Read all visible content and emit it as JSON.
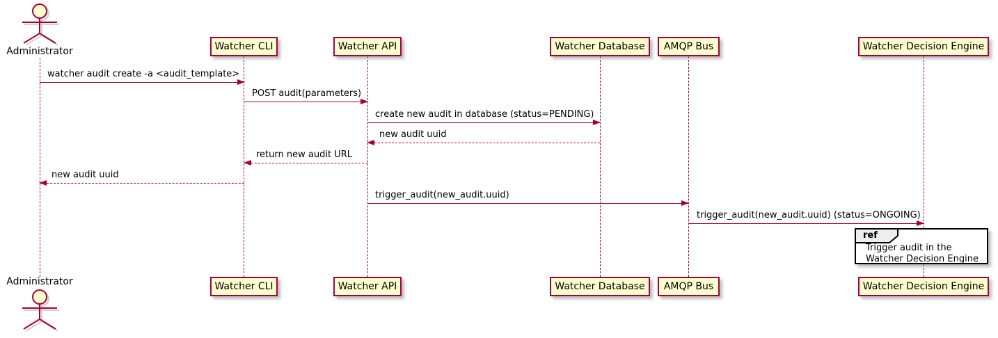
{
  "colors": {
    "accent": "#A80036",
    "participant_fill": "#FEFECE",
    "ref_header_fill": "#EEEEEE",
    "text": "#000000",
    "background": "#FFFFFF"
  },
  "actor": {
    "name": "Administrator"
  },
  "participants": [
    {
      "label": "Watcher CLI"
    },
    {
      "label": "Watcher API"
    },
    {
      "label": "Watcher Database"
    },
    {
      "label": "AMQP Bus"
    },
    {
      "label": "Watcher Decision Engine"
    }
  ],
  "messages": [
    {
      "from": "Administrator",
      "to": "Watcher CLI",
      "line": "solid",
      "direction": "right",
      "label": "watcher audit create -a <audit_template>"
    },
    {
      "from": "Watcher CLI",
      "to": "Watcher API",
      "line": "solid",
      "direction": "right",
      "label": "POST audit(parameters)"
    },
    {
      "from": "Watcher API",
      "to": "Watcher Database",
      "line": "solid",
      "direction": "right",
      "label": "create new audit in database (status=PENDING)"
    },
    {
      "from": "Watcher Database",
      "to": "Watcher API",
      "line": "dashed",
      "direction": "left",
      "label": "new audit uuid"
    },
    {
      "from": "Watcher API",
      "to": "Watcher CLI",
      "line": "dashed",
      "direction": "left",
      "label": "return new audit URL"
    },
    {
      "from": "Watcher CLI",
      "to": "Administrator",
      "line": "dashed",
      "direction": "left",
      "label": "new audit uuid"
    },
    {
      "from": "Watcher API",
      "to": "AMQP Bus",
      "line": "solid",
      "direction": "right",
      "label": "trigger_audit(new_audit.uuid)"
    },
    {
      "from": "AMQP Bus",
      "to": "Watcher Decision Engine",
      "line": "solid",
      "direction": "right",
      "label": "trigger_audit(new_audit.uuid) (status=ONGOING)"
    }
  ],
  "ref": {
    "keyword": "ref",
    "text_lines": {
      "0": "Trigger audit in the",
      "1": "Watcher Decision Engine"
    }
  }
}
